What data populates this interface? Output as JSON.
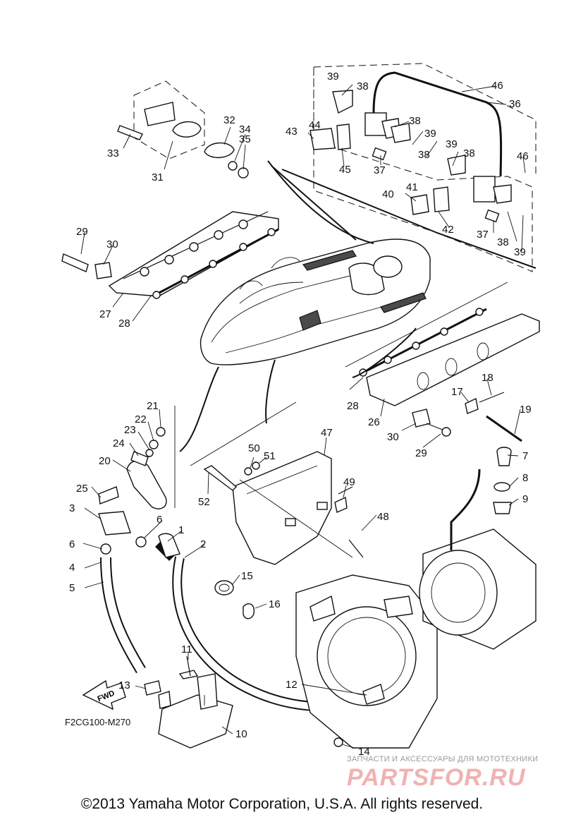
{
  "diagram": {
    "figure_code": "F2CG100-M270",
    "fwd_label": "FWD",
    "copyright": "©2013 Yamaha Motor Corporation, U.S.A. All rights reserved.",
    "watermark_line": "ЗАПЧАСТИ И АКСЕССУАРЫ ДЛЯ МОТОТЕХНИКИ",
    "watermark_logo": "PARTSFOR.RU",
    "callouts": [
      "1",
      "2",
      "3",
      "4",
      "5",
      "6",
      "6",
      "7",
      "8",
      "9",
      "10",
      "11",
      "12",
      "13",
      "14",
      "15",
      "16",
      "17",
      "18",
      "19",
      "20",
      "21",
      "22",
      "23",
      "24",
      "25",
      "26",
      "27",
      "28",
      "28",
      "29",
      "29",
      "30",
      "30",
      "31",
      "32",
      "33",
      "34",
      "35",
      "36",
      "37",
      "37",
      "38",
      "38",
      "38",
      "38",
      "38",
      "39",
      "39",
      "39",
      "39",
      "40",
      "41",
      "42",
      "43",
      "44",
      "45",
      "46",
      "46",
      "47",
      "48",
      "49",
      "50",
      "51",
      "52"
    ]
  }
}
